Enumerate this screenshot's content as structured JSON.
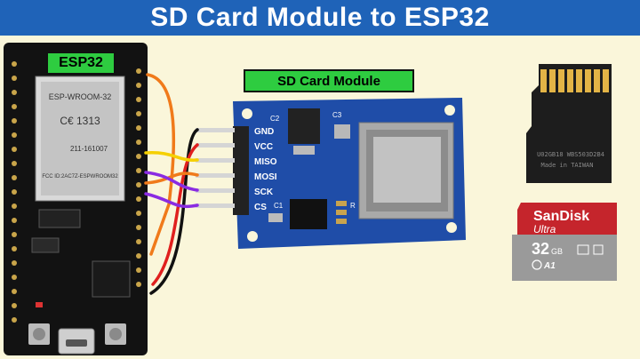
{
  "title": "SD Card Module to ESP32",
  "esp_label": "ESP32",
  "sd_label": "SD Card Module",
  "esp_module": {
    "chip_text": "ESP-WROOM-32",
    "code": "C€ 1313",
    "id": "211-161007",
    "fcc": "FCC ID:2AC7Z-ESPWROOM32"
  },
  "sd_pins": [
    "GND",
    "VCC",
    "MISO",
    "MOSI",
    "SCK",
    "CS"
  ],
  "board_refs": {
    "c2": "C2",
    "c3": "C3",
    "c1": "C1",
    "r": "R"
  },
  "microsd_back": {
    "line1": "U02GB18 WBS503D2B4",
    "line2": "Made in TAIWAN"
  },
  "sandisk": {
    "brand": "SanDisk",
    "series": "Ultra",
    "capacity": "32",
    "unit": "GB",
    "class": "A1"
  },
  "colors": {
    "orange": "#f07a1a",
    "yellow": "#f5d000",
    "purple": "#8a2be2",
    "red": "#e0201e",
    "black": "#111111"
  }
}
